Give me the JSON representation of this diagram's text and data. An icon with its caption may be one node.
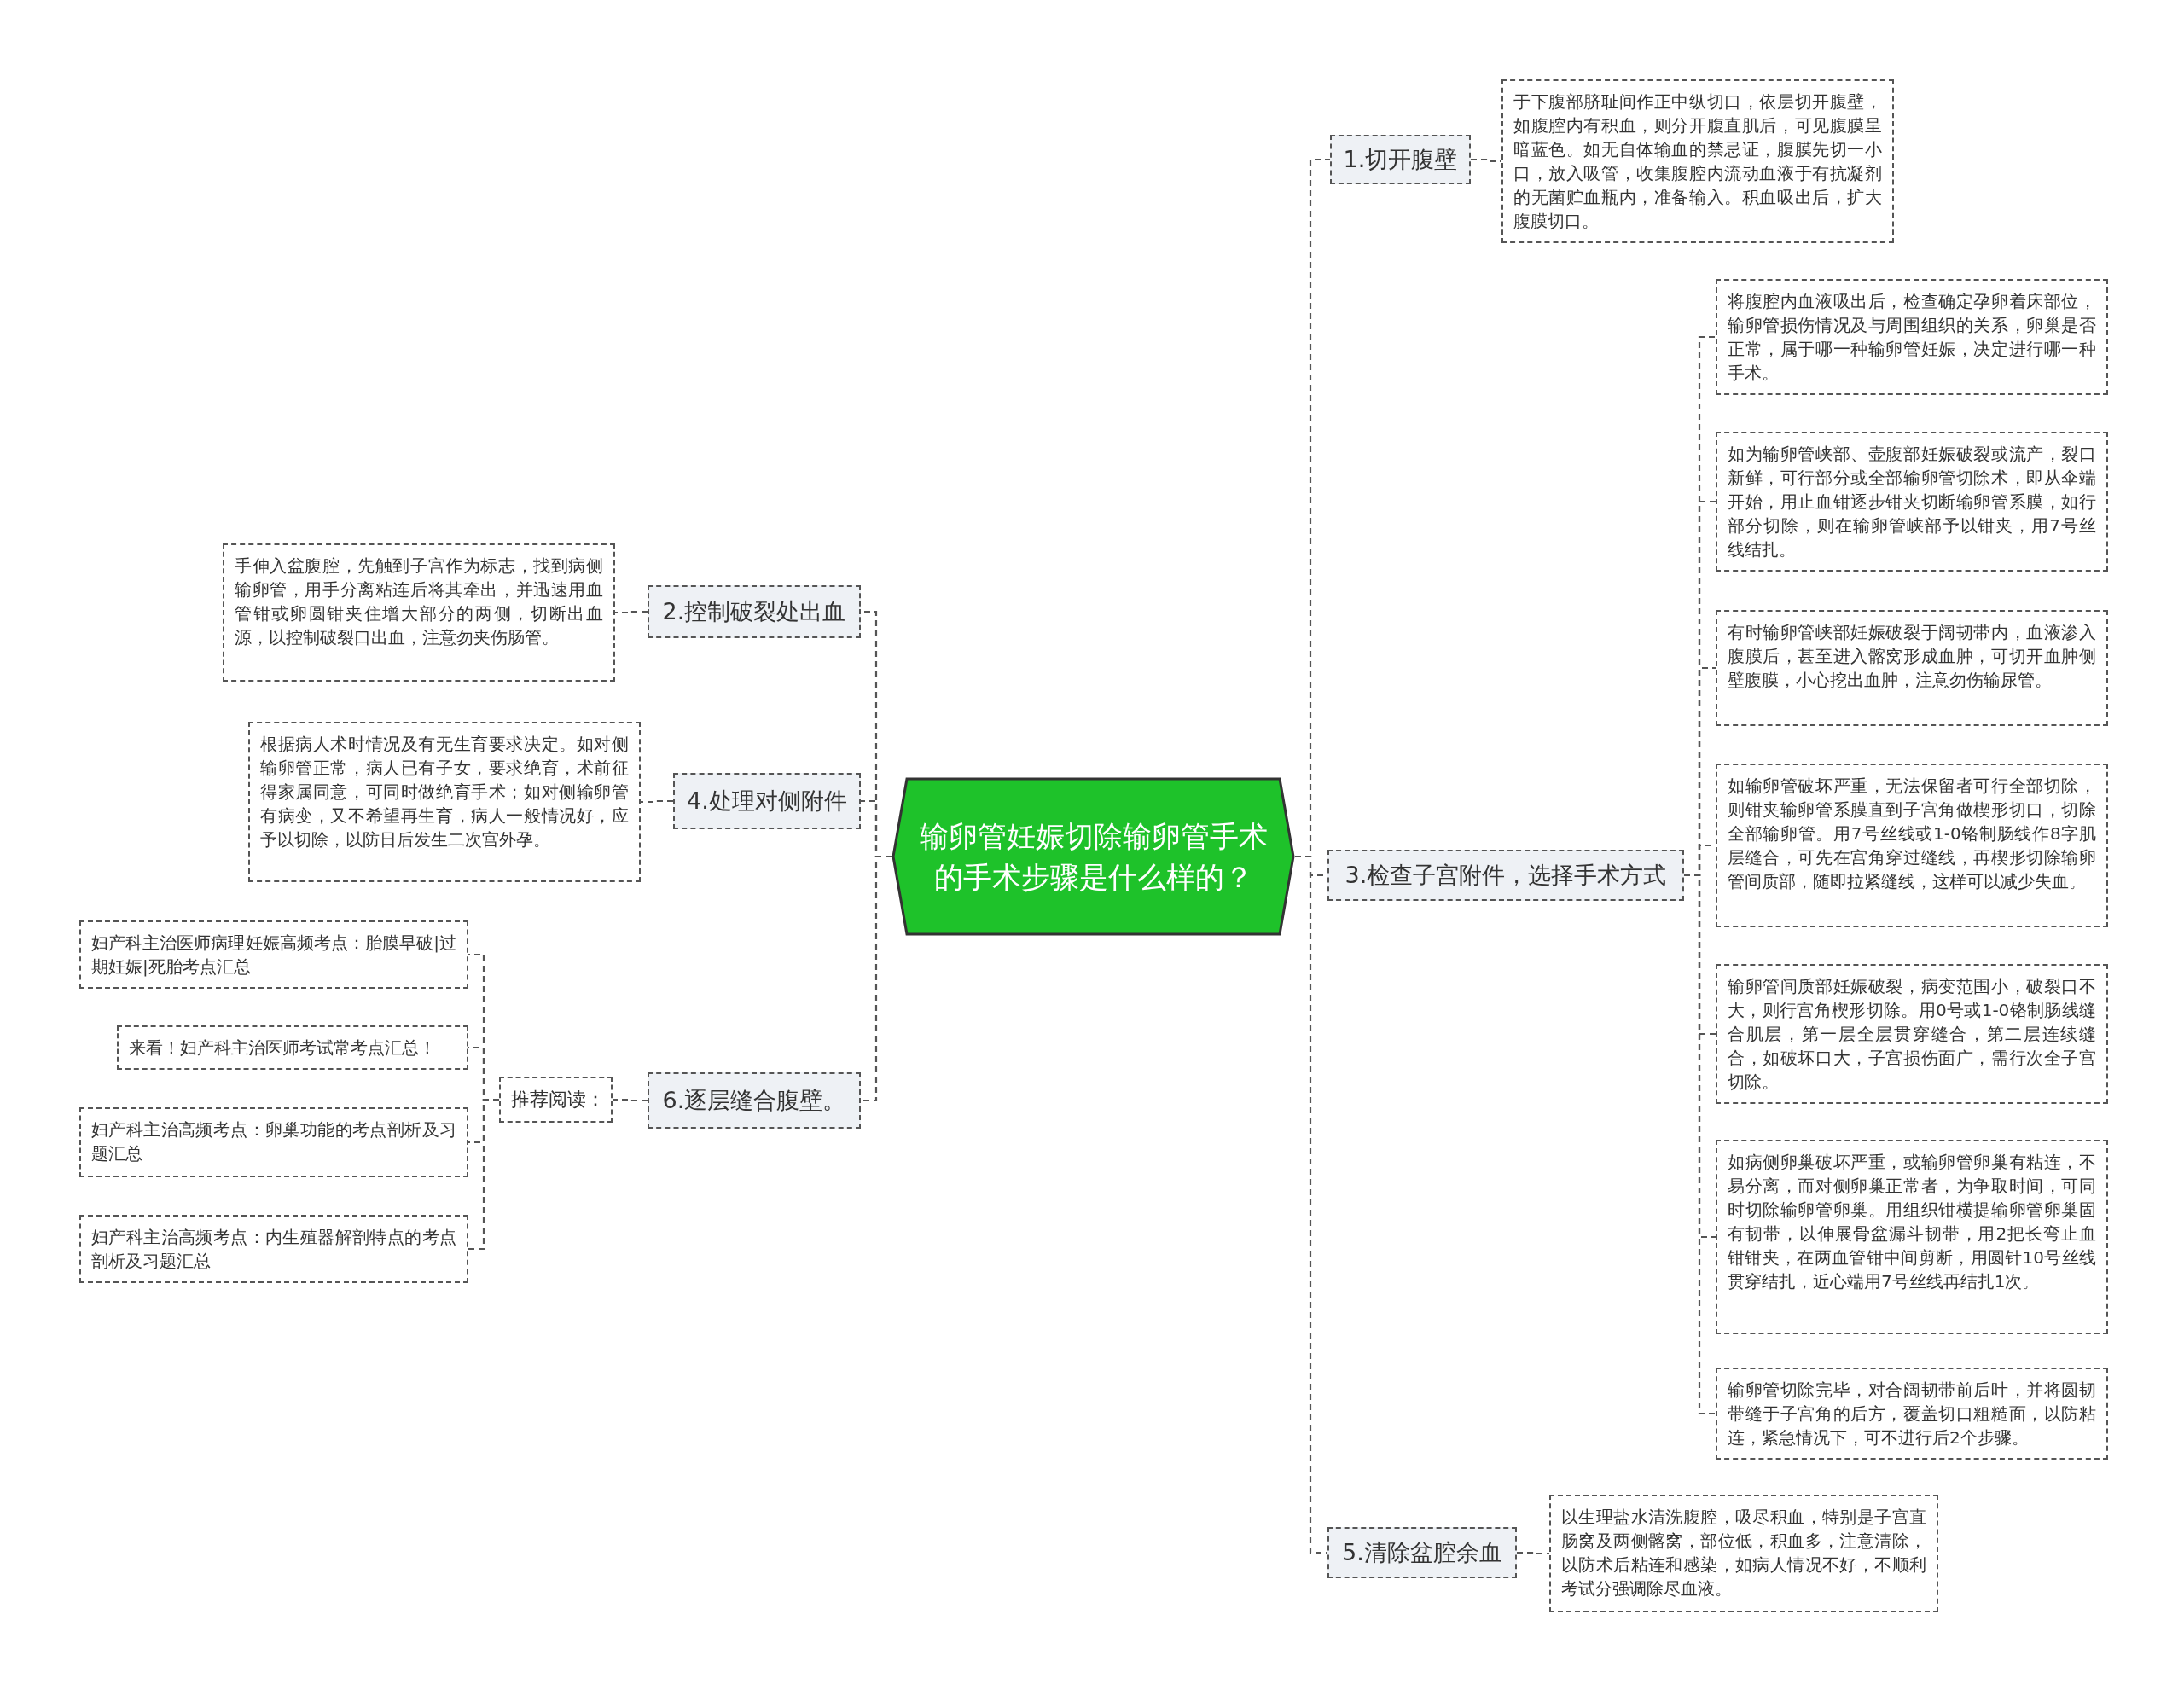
{
  "diagram": {
    "nodes": [
      {
        "text": [
          "输卵管妊娠切除输卵管手术的手术步骤是什么样的？"
        ]
      },
      {
        "text": [
          "1.切开腹壁"
        ]
      },
      {
        "text": [
          "于下腹部脐耻间作正中纵切口，依层切开腹壁，如腹腔内有积血，则分开腹直肌后，可见腹膜呈暗蓝色。如无自体输血的禁忌证，腹膜先切一小口，放入吸管，收集腹腔内流动血液于有抗凝剂的无菌贮血瓶内，准备输入。积血吸出后，扩大腹膜切口。"
        ]
      },
      {
        "text": [
          "2.控制破裂处出血"
        ]
      },
      {
        "text": [
          "手伸入盆腹腔，先触到子宫作为标志，找到病侧输卵管，用手分离粘连后将其牵出，并迅速用血管钳或卵圆钳夹住增大部分的两侧，切断出血源，以控制破裂口出血，注意勿夹伤肠管。"
        ]
      },
      {
        "text": [
          "3.检查子宫附件，选择手术方式"
        ]
      },
      {
        "text": [
          "将腹腔内血液吸出后，检查确定孕卵着床部位，输卵管损伤情况及与周围组织的关系，卵巢是否正常，属于哪一种输卵管妊娠，决定进行哪一种手术。"
        ]
      },
      {
        "text": [
          "如为输卵管峡部、壶腹部妊娠破裂或流产，裂口新鲜，可行部分或全部输卵管切除术，即从伞端开始，用止血钳逐步钳夹切断输卵管系膜，如行部分切除，则在输卵管峡部予以钳夹，用7号丝线结扎。"
        ]
      },
      {
        "text": [
          "有时输卵管峡部妊娠破裂于阔韧带内，血液渗入腹膜后，甚至进入髂窝形成血肿，可切开血肿侧壁腹膜，小心挖出血肿，注意勿伤输尿管。"
        ]
      },
      {
        "text": [
          "如输卵管破坏严重，无法保留者可行全部切除，则钳夹输卵管系膜直到子宫角做楔形切口，切除全部输卵管。用7号丝线或1-0铬制肠线作8字肌层缝合，可先在宫角穿过缝线，再楔形切除输卵管间质部，随即拉紧缝线，这样可以减少失血。"
        ]
      },
      {
        "text": [
          "输卵管间质部妊娠破裂，病变范围小，破裂口不大，则行宫角楔形切除。用0号或1-0铬制肠线缝合肌层，第一层全层贯穿缝合，第二层连续缝合，如破坏口大，子宫损伤面广，需行次全子宫切除。"
        ]
      },
      {
        "text": [
          "如病侧卵巢破坏严重，或输卵管卵巢有粘连，不易分离，而对侧卵巢正常者，为争取时间，可同时切除输卵管卵巢。用组织钳横提输卵管卵巢固有韧带，以伸展骨盆漏斗韧带，用2把长弯止血钳钳夹，在两血管钳中间剪断，用圆针10号丝线贯穿结扎，近心端用7号丝线再结扎1次。"
        ]
      },
      {
        "text": [
          "输卵管切除完毕，对合阔韧带前后叶，并将圆韧带缝于子宫角的后方，覆盖切口粗糙面，以防粘连，紧急情况下，可不进行后2个步骤。"
        ]
      },
      {
        "text": [
          "4.处理对侧附件"
        ]
      },
      {
        "text": [
          "根据病人术时情况及有无生育要求决定。如对侧输卵管正常，病人已有子女，要求绝育，术前征得家属同意，可同时做绝育手术；如对侧输卵管有病变，又不希望再生育，病人一般情况好，应予以切除，以防日后发生二次宫外孕。"
        ]
      },
      {
        "text": [
          "5.清除盆腔余血"
        ]
      },
      {
        "text": [
          "以生理盐水清洗腹腔，吸尽积血，特别是子宫直肠窝及两侧髂窝，部位低，积血多，注意清除，以防术后粘连和感染，如病人情况不好，不顺利考试分强调除尽血液。"
        ]
      },
      {
        "text": [
          "6.逐层缝合腹壁。"
        ]
      },
      {
        "text": [
          "推荐阅读："
        ]
      },
      {
        "text": [
          "妇产科主治医师病理妊娠高频考点：胎膜早破|过期妊娠|死胎考点汇总"
        ]
      },
      {
        "text": [
          "来看！妇产科主治医师考试常考点汇总！"
        ]
      },
      {
        "text": [
          "妇产科主治高频考点：卵巢功能的考点剖析及习题汇总"
        ]
      },
      {
        "text": [
          "妇产科主治高频考点：内生殖器解剖特点的考点剖析及习题汇总"
        ]
      }
    ],
    "edges": [
      {
        "from": 0,
        "to": 1,
        "arrow": "none"
      },
      {
        "from": 1,
        "to": 2,
        "arrow": "none"
      },
      {
        "from": 0,
        "to": 3,
        "arrow": "none"
      },
      {
        "from": 3,
        "to": 4,
        "arrow": "none"
      },
      {
        "from": 0,
        "to": 5,
        "arrow": "none"
      },
      {
        "from": 5,
        "to": 6,
        "arrow": "none"
      },
      {
        "from": 5,
        "to": 7,
        "arrow": "none"
      },
      {
        "from": 5,
        "to": 8,
        "arrow": "none"
      },
      {
        "from": 5,
        "to": 9,
        "arrow": "none"
      },
      {
        "from": 5,
        "to": 10,
        "arrow": "none"
      },
      {
        "from": 5,
        "to": 11,
        "arrow": "none"
      },
      {
        "from": 5,
        "to": 12,
        "arrow": "none"
      },
      {
        "from": 0,
        "to": 13,
        "arrow": "none"
      },
      {
        "from": 13,
        "to": 14,
        "arrow": "none"
      },
      {
        "from": 0,
        "to": 15,
        "arrow": "none"
      },
      {
        "from": 15,
        "to": 16,
        "arrow": "none"
      },
      {
        "from": 0,
        "to": 17,
        "arrow": "none"
      },
      {
        "from": 17,
        "to": 18,
        "arrow": "none"
      },
      {
        "from": 18,
        "to": 19,
        "arrow": "none"
      },
      {
        "from": 18,
        "to": 20,
        "arrow": "none"
      },
      {
        "from": 18,
        "to": 21,
        "arrow": "none"
      },
      {
        "from": 18,
        "to": 22,
        "arrow": "none"
      }
    ]
  }
}
